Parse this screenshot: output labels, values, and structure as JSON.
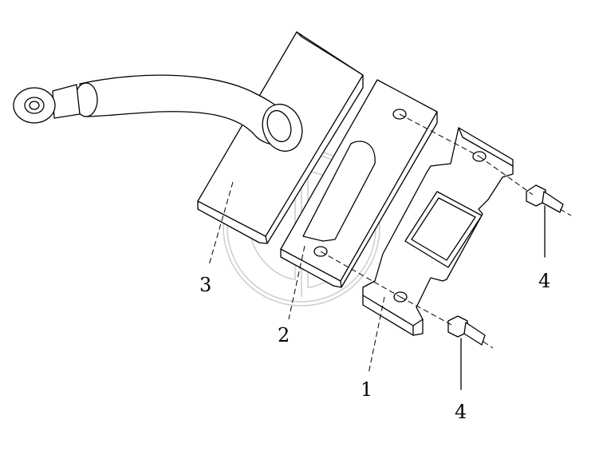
{
  "callouts": {
    "part_1": "1",
    "part_2": "2",
    "part_3": "3",
    "part_4_upper": "4",
    "part_4_lower": "4"
  },
  "colors": {
    "line": "#000000",
    "background": "#ffffff",
    "watermark": "#cfcfcf"
  }
}
